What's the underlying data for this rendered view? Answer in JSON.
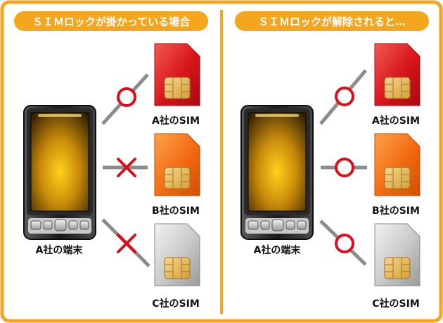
{
  "panels": [
    {
      "title": "ＳＩＭロックが掛かっている場合",
      "phone_label": "A社の端末",
      "sims": [
        {
          "label": "A社のSIM",
          "color": "red",
          "connection": "ok"
        },
        {
          "label": "B社のSIM",
          "color": "orange",
          "connection": "blocked"
        },
        {
          "label": "C社のSIM",
          "color": "silver",
          "connection": "blocked"
        }
      ]
    },
    {
      "title": "ＳＩＭロックが解除されると…",
      "phone_label": "A社の端末",
      "sims": [
        {
          "label": "A社のSIM",
          "color": "red",
          "connection": "ok"
        },
        {
          "label": "B社のSIM",
          "color": "orange",
          "connection": "ok"
        },
        {
          "label": "C社のSIM",
          "color": "silver",
          "connection": "ok"
        }
      ]
    }
  ],
  "colors": {
    "frame": "#f5a61f",
    "divider": "#f5a61f",
    "ok_mark": "#d8101a",
    "blocked_mark": "#d8101a",
    "connector": "#8c8c8c"
  },
  "icons": {
    "ok": "circle-icon",
    "blocked": "cross-icon"
  }
}
